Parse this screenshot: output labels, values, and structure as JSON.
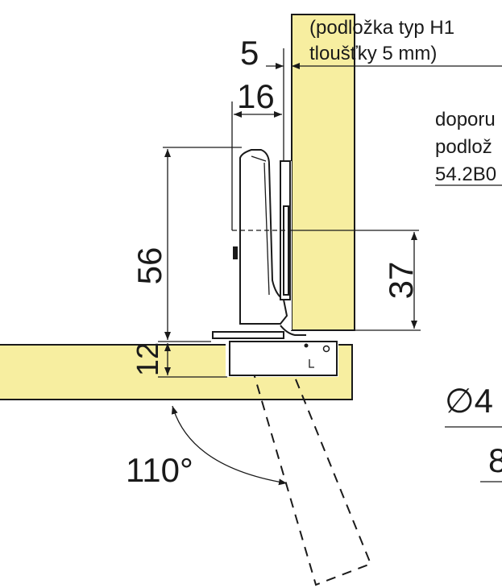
{
  "dimensions": {
    "d5": "5",
    "d16": "16",
    "d56": "56",
    "d37": "37",
    "d12": "12",
    "angle": "110°"
  },
  "notes": {
    "substrate_line1": "(podložka typ H1",
    "substrate_line2": "tloušťky 5 mm)",
    "recommend_line1": "doporu",
    "recommend_line2": "podlož",
    "recommend_line3": "54.2B0",
    "diameter": "∅4",
    "depth": "8"
  },
  "colors": {
    "wood": "#f7eea0",
    "line": "#1a1a1a",
    "background": "#ffffff"
  }
}
